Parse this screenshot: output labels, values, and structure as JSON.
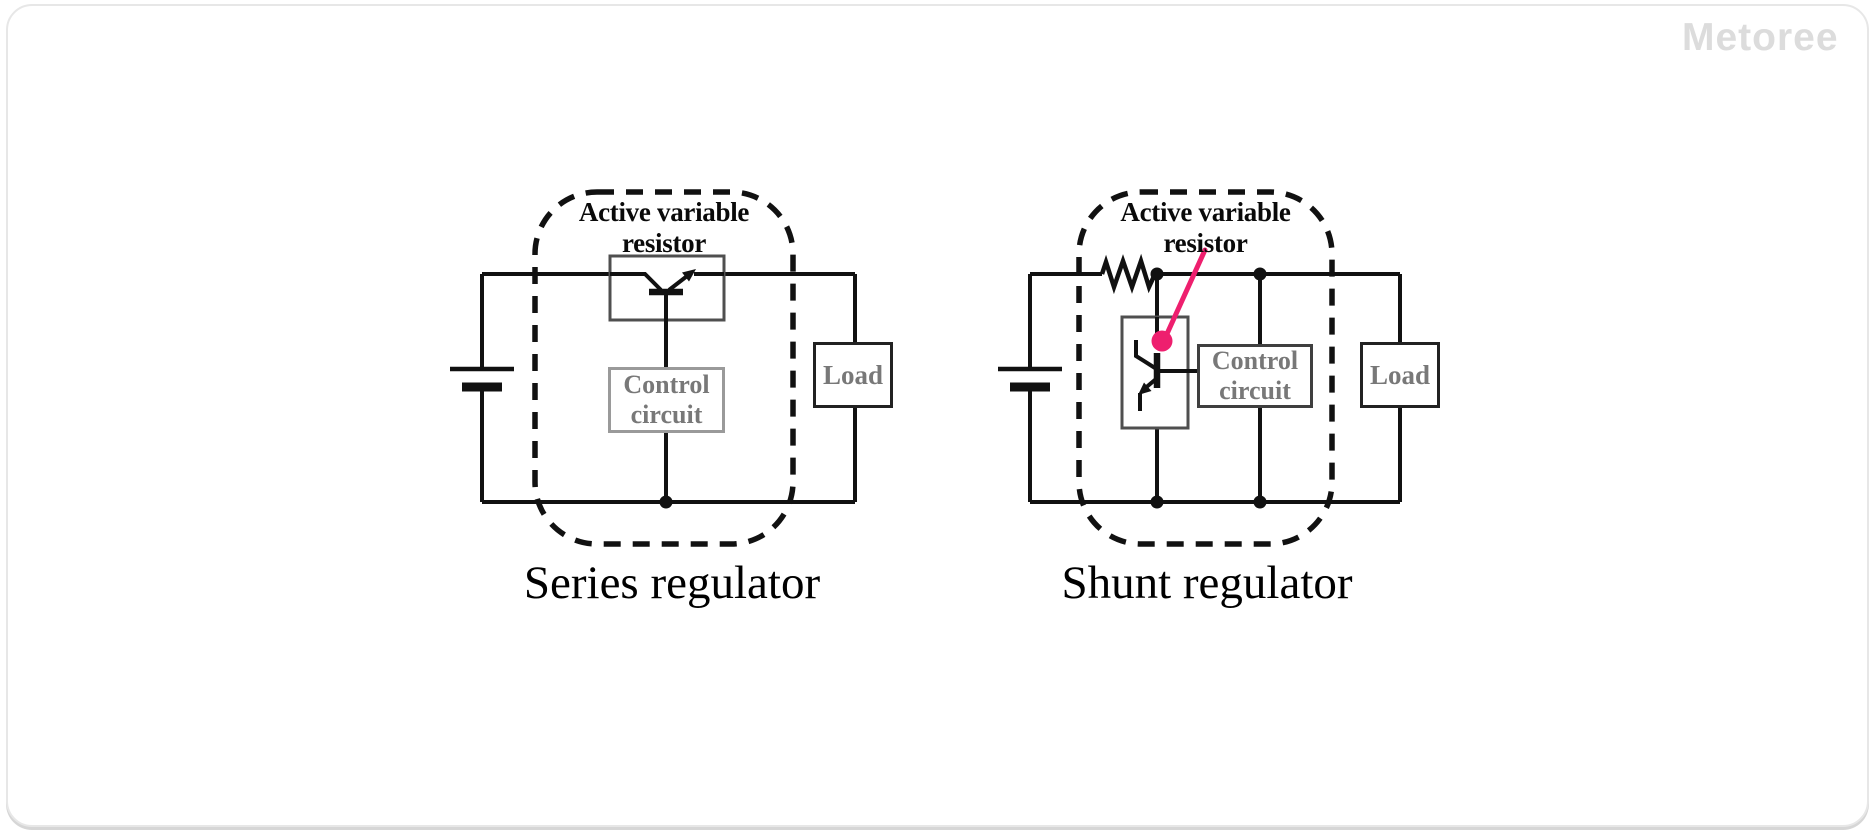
{
  "watermark": {
    "text": "Metoree"
  },
  "colors": {
    "wire_black": "#111111",
    "label_gray": "#787878",
    "accent_pink": "#ee1f6e",
    "watermark_gray": "#dcdcdc"
  },
  "icons": {
    "battery": "battery-icon (two plates: long thin + short thick)",
    "resistor": "resistor-zigzag-icon",
    "transistor": "transistor-npn-icon",
    "junction": "junction-dot",
    "callout": "pink-callout-line-and-dot"
  },
  "series": {
    "caption": "Series regulator",
    "annotation": {
      "line1": "Active variable",
      "line2": "resistor"
    },
    "control": {
      "line1": "Control",
      "line2": "circuit"
    },
    "load": "Load"
  },
  "shunt": {
    "caption": "Shunt regulator",
    "annotation": {
      "line1": "Active variable",
      "line2": "resistor"
    },
    "control": {
      "line1": "Control",
      "line2": "circuit"
    },
    "load": "Load"
  }
}
